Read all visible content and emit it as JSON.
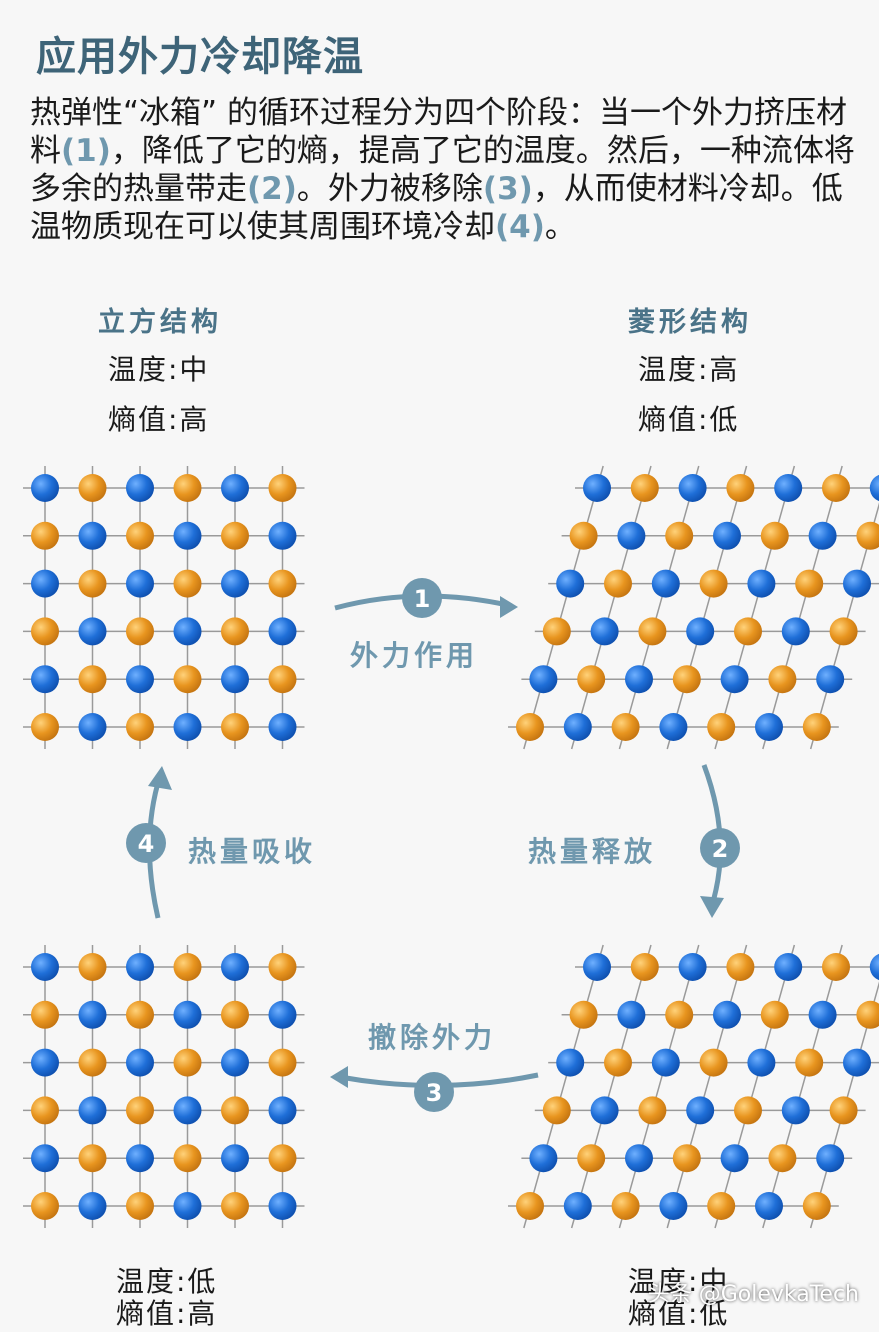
{
  "title": "应用外力冷却降温",
  "intro": {
    "p1": "热弹性“冰箱” 的循环过程分为四个阶段：当一个外力挤压材料",
    "n1": "(1)",
    "p2": "，降低了它的熵，提高了它的温度。然后，一种流体将多余的热量带走",
    "n2": "(2)",
    "p3": "。外力被移除",
    "n3": "(3)",
    "p4": "，从而使材料冷却。低温物质现在可以使其周围环境冷却",
    "n4": "(4)",
    "p5": "。"
  },
  "states": {
    "top_left": {
      "structure": "立方结构",
      "temperature": "温度:中",
      "entropy": "熵值:高"
    },
    "top_right": {
      "structure": "菱形结构",
      "temperature": "温度:高",
      "entropy": "熵值:低"
    },
    "bottom_left": {
      "temperature": "温度:低",
      "entropy": "熵值:高"
    },
    "bottom_right": {
      "temperature": "温度:中",
      "entropy": "熵值:低"
    }
  },
  "steps": [
    {
      "number": "1",
      "label": "外力作用"
    },
    {
      "number": "2",
      "label": "热量释放"
    },
    {
      "number": "3",
      "label": "撤除外力"
    },
    {
      "number": "4",
      "label": "热量吸收"
    }
  ],
  "colors": {
    "atom_blue": "#1f6fd8",
    "atom_orange": "#e8951f",
    "arrow": "#6f98ae",
    "grid": "#9a9a9a"
  },
  "watermark": "头条 @GolevkaTech"
}
